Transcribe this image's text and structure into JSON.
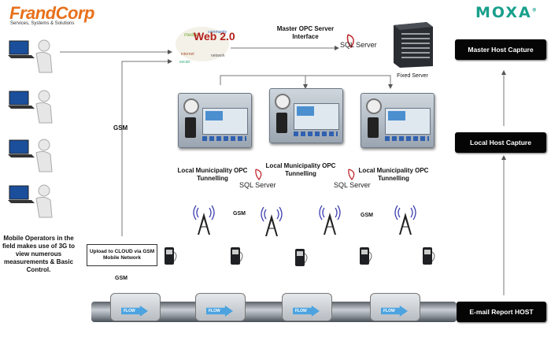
{
  "header": {
    "left_logo": "FrandCorp",
    "left_logo_tagline": "Services, Systems & Solutions",
    "right_logo": "MOXA"
  },
  "hosts": {
    "master": "Master Host  Capture",
    "local": "Local Host Capture",
    "email": "E-mail Report  HOST"
  },
  "labels": {
    "master_opc": "Master OPC Server Interface",
    "fixed_server": "Fixed Server",
    "gsm_left": "GSM",
    "gsm_mid1": "GSM",
    "gsm_mid2": "GSM",
    "gsm_bottom": "GSM",
    "mobile_ops": "Mobile Operators in the field makes use of 3G to view numerous measurements & Basic Control.",
    "cloud_upload": "Upload to CLOUD via GSM Mobile Network",
    "web20": "Web 2.0",
    "sql_master": "SQL Server",
    "sql_local1": "SQL Server",
    "sql_local2": "SQL Server"
  },
  "opc_tunnels": [
    {
      "label": "Local Municipality OPC Tunnelling"
    },
    {
      "label": "Local Municipality OPC Tunnelling"
    },
    {
      "label": "Local Municipality OPC Tunnelling"
    }
  ],
  "flow_label": "FLOW",
  "colors": {
    "frand_orange": "#e8701a",
    "moxa_teal": "#19a08c",
    "host_box": "#050505",
    "flow_blue": "#4ca3e0",
    "sql_red": "#c0282d"
  }
}
